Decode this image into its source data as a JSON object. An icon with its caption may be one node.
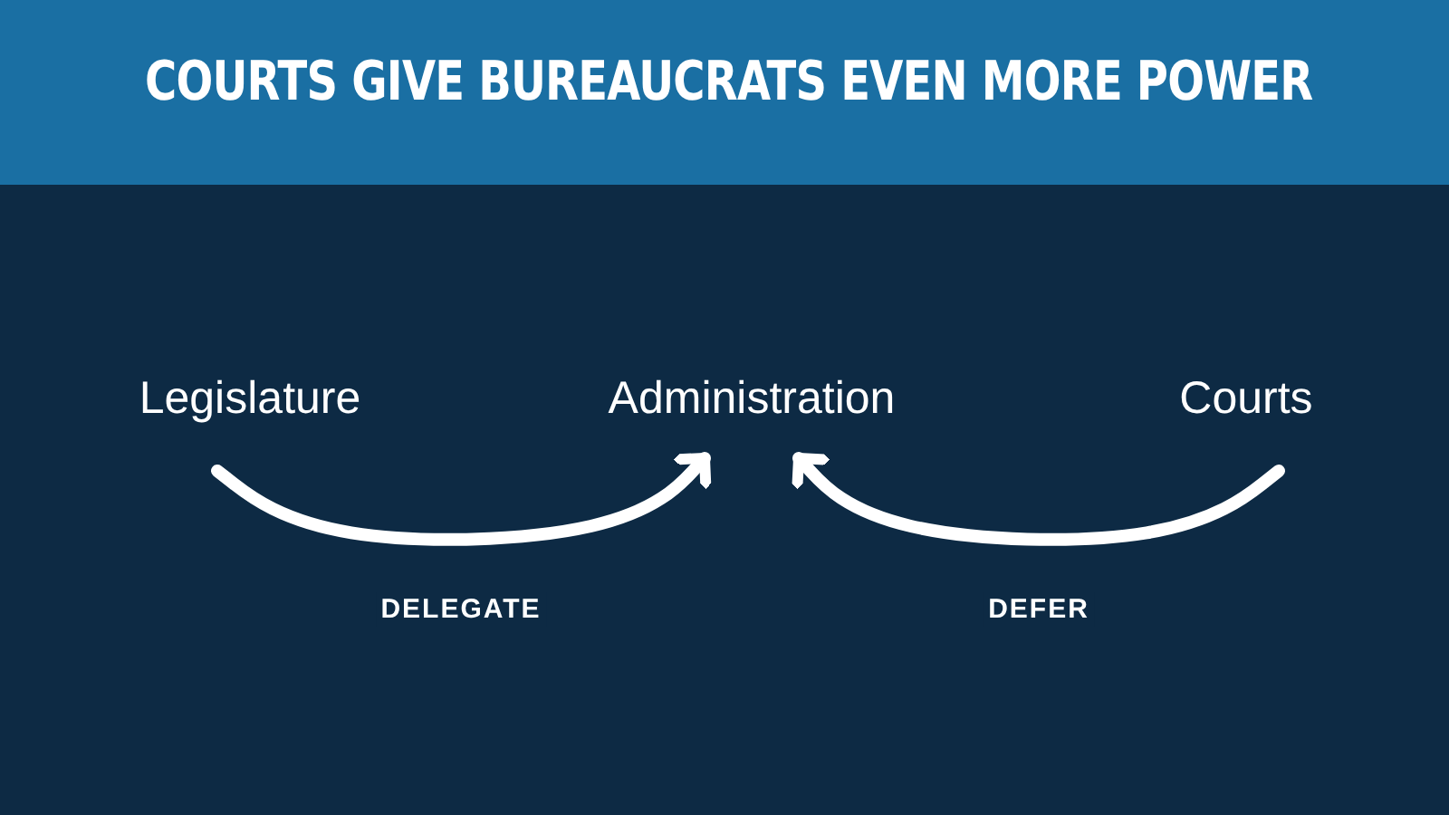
{
  "diagram": {
    "title": "COURTS GIVE BUREAUCRATS EVEN MORE POWER",
    "nodes": [
      {
        "text": [
          "Legislature"
        ]
      },
      {
        "text": [
          "Administration"
        ]
      },
      {
        "text": [
          "Courts"
        ]
      }
    ],
    "edges": [
      {
        "from": 0,
        "to": 1,
        "arrow": "to",
        "label": "DELEGATE"
      },
      {
        "from": 2,
        "to": 1,
        "arrow": "to",
        "label": "DEFER"
      }
    ]
  }
}
